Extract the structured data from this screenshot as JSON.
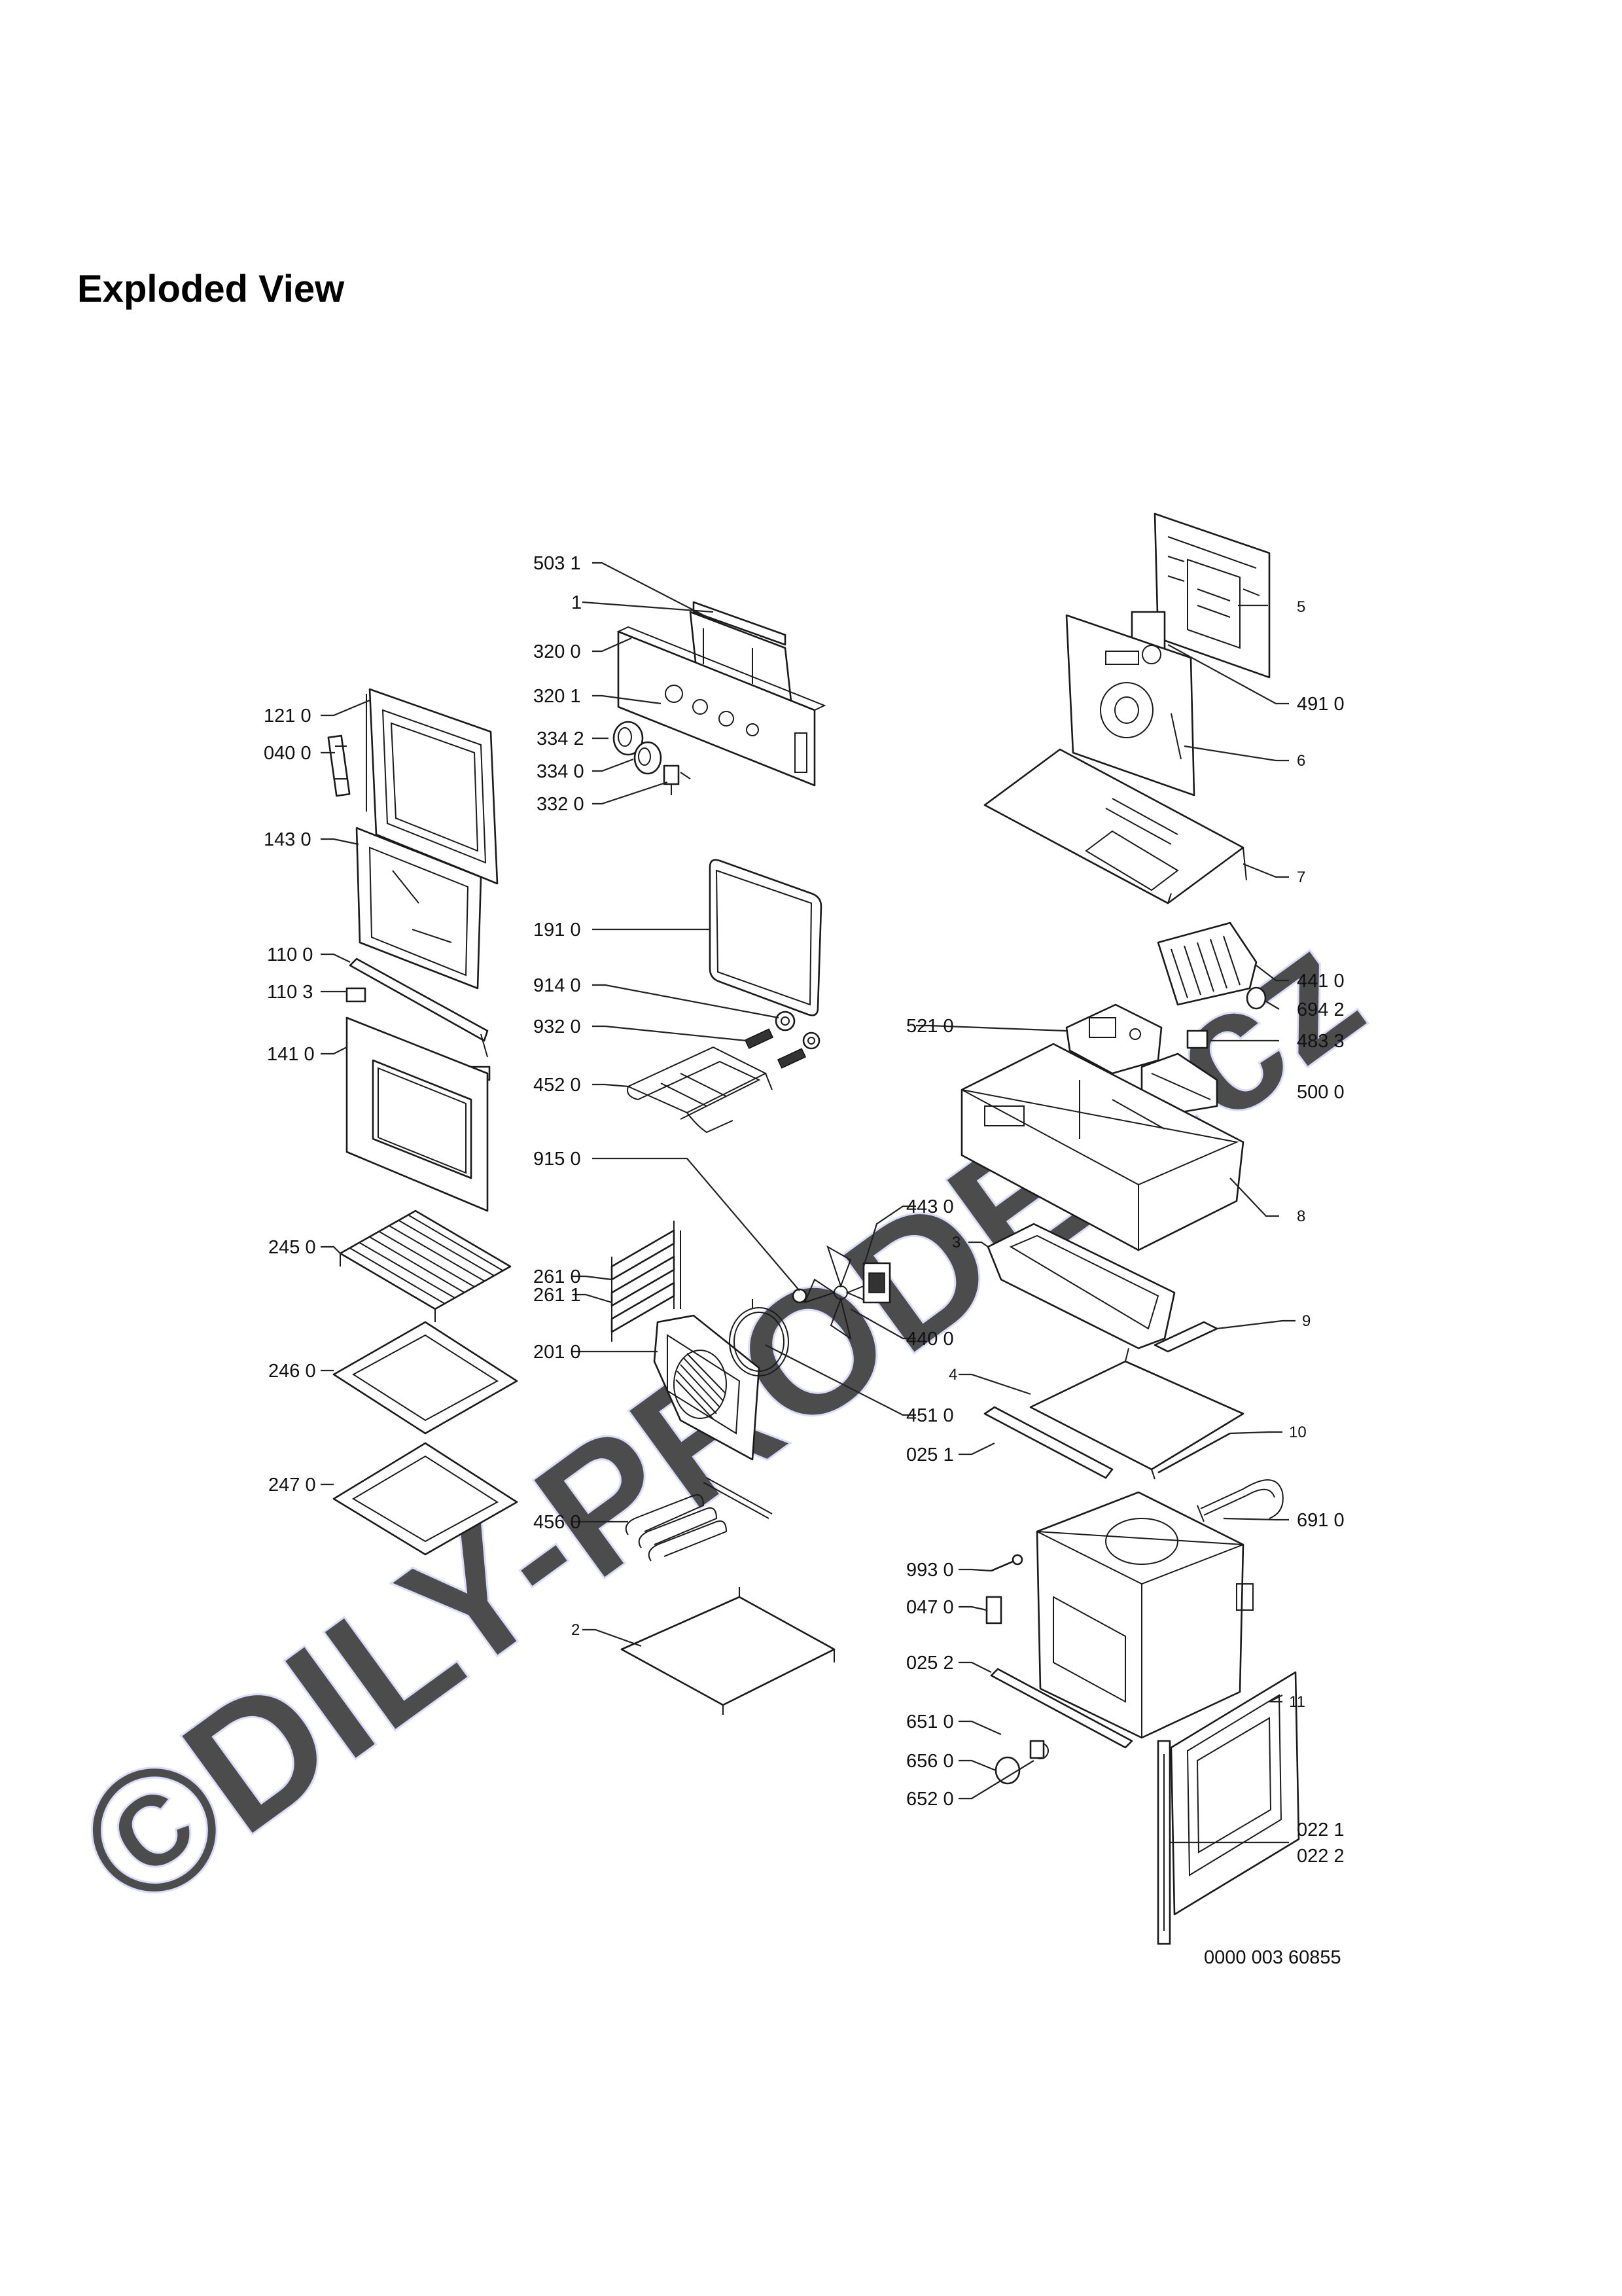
{
  "header": {
    "title": "Exploded View"
  },
  "watermark": {
    "text": "©DILY-PRODEJ.cz",
    "color": "#cfd0ff"
  },
  "diagram_id": "0000 003 60855",
  "part_labels": [
    "503 1",
    "1",
    "320 0",
    "320 1",
    "334 2",
    "334 0",
    "332 0",
    "121 0",
    "040 0",
    "143 0",
    "191 0",
    "914 0",
    "932 0",
    "452 0",
    "110 0",
    "110 3",
    "141 0",
    "915 0",
    "261 0",
    "261 1",
    "201 0",
    "245 0",
    "246 0",
    "247 0",
    "456 0",
    "2",
    "5",
    "491 0",
    "6",
    "7",
    "441 0",
    "694 2",
    "483 3",
    "521 0",
    "500 0",
    "8",
    "443 0",
    "3",
    "440 0",
    "9",
    "4",
    "451 0",
    "025 1",
    "10",
    "691 0",
    "993 0",
    "047 0",
    "025 2",
    "651 0",
    "656 0",
    "652 0",
    "11",
    "022 1",
    "022 2"
  ]
}
